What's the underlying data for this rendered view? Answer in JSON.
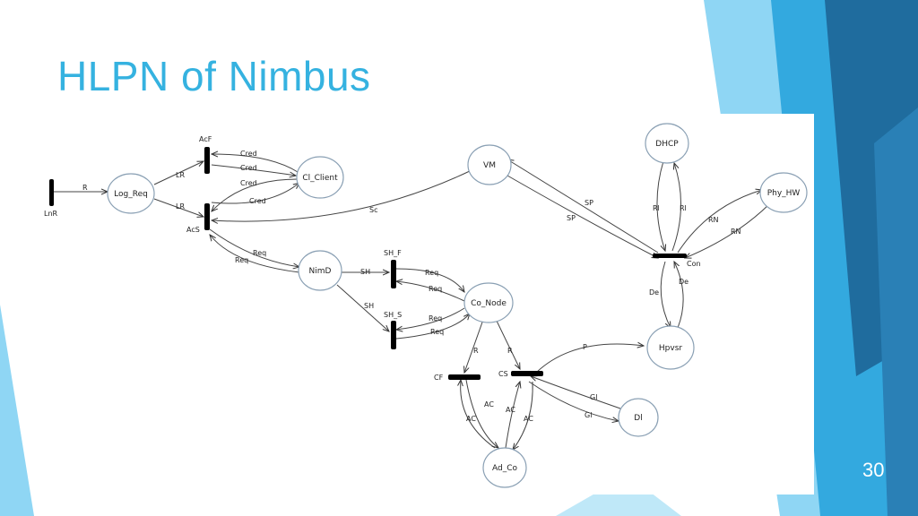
{
  "slide": {
    "title": "HLPN of Nimbus",
    "page_number": "30"
  },
  "colors": {
    "title": "#35b2e0",
    "accent_light": "#7fd0f2",
    "accent_mid": "#2ba4de",
    "accent_dark": "#1f6c9e",
    "node_fill": "#ffffff",
    "node_stroke": "#8aa0b4",
    "transition": "#000000"
  },
  "diagram": {
    "places": {
      "log_req": "Log_Req",
      "cl_client": "Cl_Client",
      "vm": "VM",
      "dhcp": "DHCP",
      "phy_hw": "Phy_HW",
      "nimd": "NimD",
      "co_node": "Co_Node",
      "hpvsr": "Hpvsr",
      "dl": "Dl",
      "ad_co": "Ad_Co"
    },
    "transitions": {
      "lnr": "LnR",
      "acf": "AcF",
      "acs": "AcS",
      "sh_f": "SH_F",
      "sh_s": "SH_S",
      "con": "Con",
      "cf": "CF",
      "cs": "CS"
    },
    "arc_labels": {
      "r": "R",
      "lr": "LR",
      "cred": "Cred",
      "sc": "Sc",
      "req": "Req",
      "sh": "SH",
      "sp": "SP",
      "rl": "Rl",
      "rn": "RN",
      "de": "De",
      "p": "P",
      "gl": "Gl",
      "ac": "AC"
    }
  }
}
